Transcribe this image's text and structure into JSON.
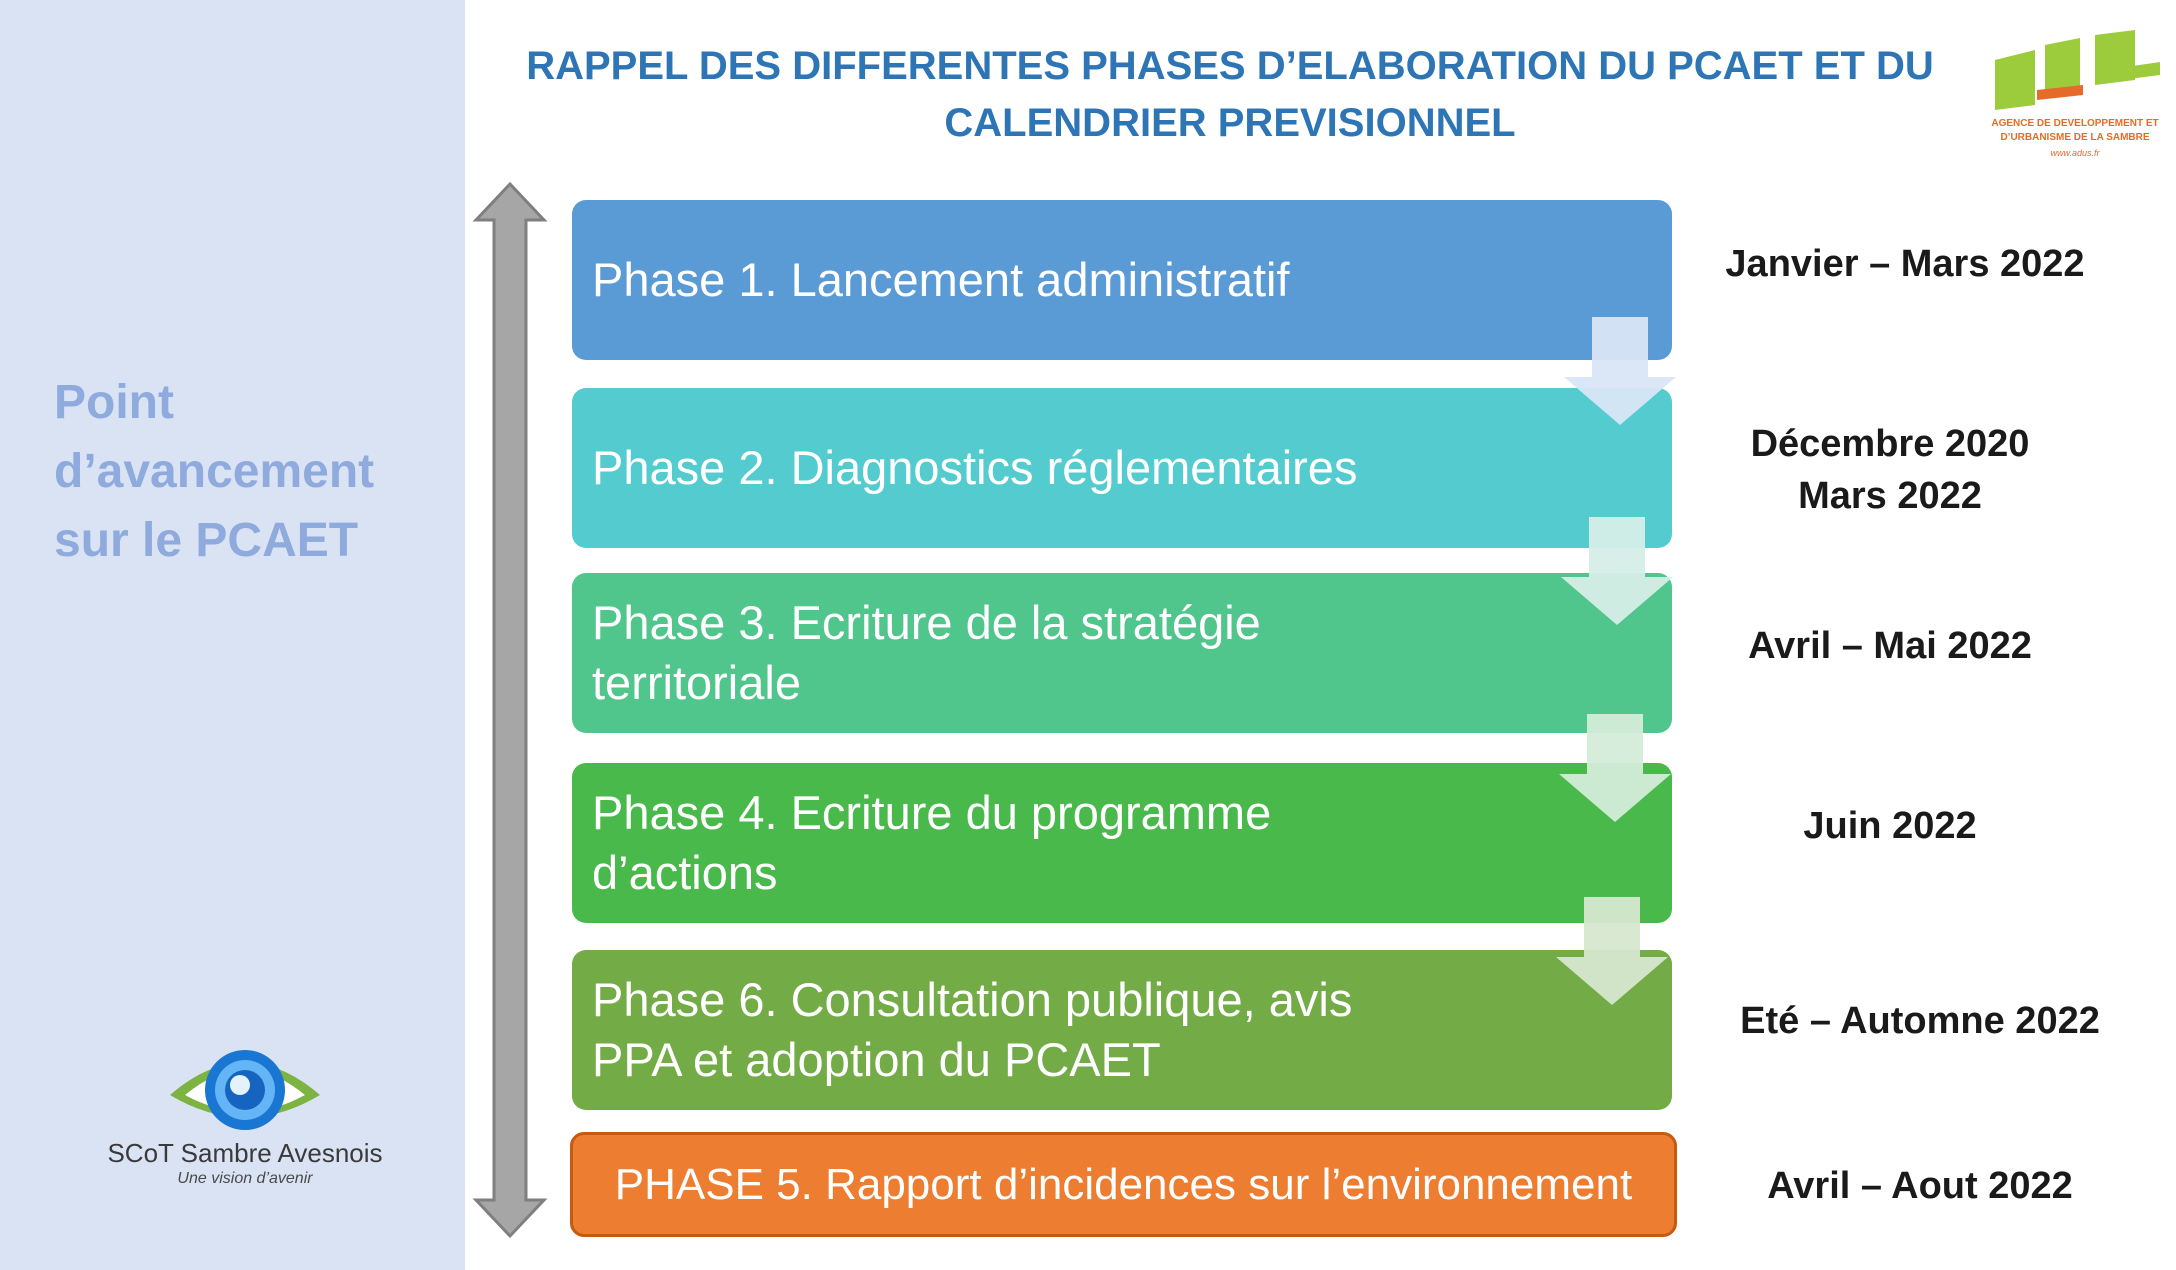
{
  "sidebar": {
    "title_lines": [
      "Point",
      "d’avancement",
      "sur le PCAET"
    ],
    "logo": {
      "name": "SCoT Sambre Avesnois",
      "tagline": "Une vision d’avenir"
    }
  },
  "header": {
    "title_lines": [
      "RAPPEL DES DIFFERENTES PHASES D’ELABORATION DU PCAET ET DU",
      "CALENDRIER PREVISIONNEL"
    ],
    "logo": {
      "lines": [
        "AGENCE DE DEVELOPPEMENT ET",
        "D’URBANISME DE LA SAMBRE"
      ],
      "url": "www.adus.fr"
    }
  },
  "phases": [
    {
      "label_lines": [
        "Phase 1. Lancement administratif"
      ],
      "dates": [
        "Janvier – Mars 2022"
      ],
      "color": "#5b9bd5"
    },
    {
      "label_lines": [
        "Phase 2. Diagnostics réglementaires"
      ],
      "dates": [
        "Décembre 2020",
        "Mars 2022"
      ],
      "color": "#54cccf"
    },
    {
      "label_lines": [
        "Phase 3. Ecriture de la stratégie",
        "territoriale"
      ],
      "dates": [
        "Avril – Mai 2022"
      ],
      "color": "#50c58c"
    },
    {
      "label_lines": [
        "Phase 4. Ecriture du programme",
        "d’actions"
      ],
      "dates": [
        "Juin 2022"
      ],
      "color": "#48b94a"
    },
    {
      "label_lines": [
        "Phase 6. Consultation publique, avis",
        "PPA et adoption du PCAET"
      ],
      "dates": [
        "Eté – Automne 2022"
      ],
      "color": "#73ab47"
    },
    {
      "label_lines": [
        "PHASE 5. Rapport d’incidences sur l’environnement"
      ],
      "dates": [
        "Avril – Aout 2022"
      ],
      "color": "#ed7d31"
    }
  ],
  "icons": {
    "timeline": "double-headed-vertical-arrow-icon",
    "connector": "down-arrow-icon",
    "scot_logo": "eye-logo-icon",
    "adus_logo": "adus-logo-icon"
  }
}
